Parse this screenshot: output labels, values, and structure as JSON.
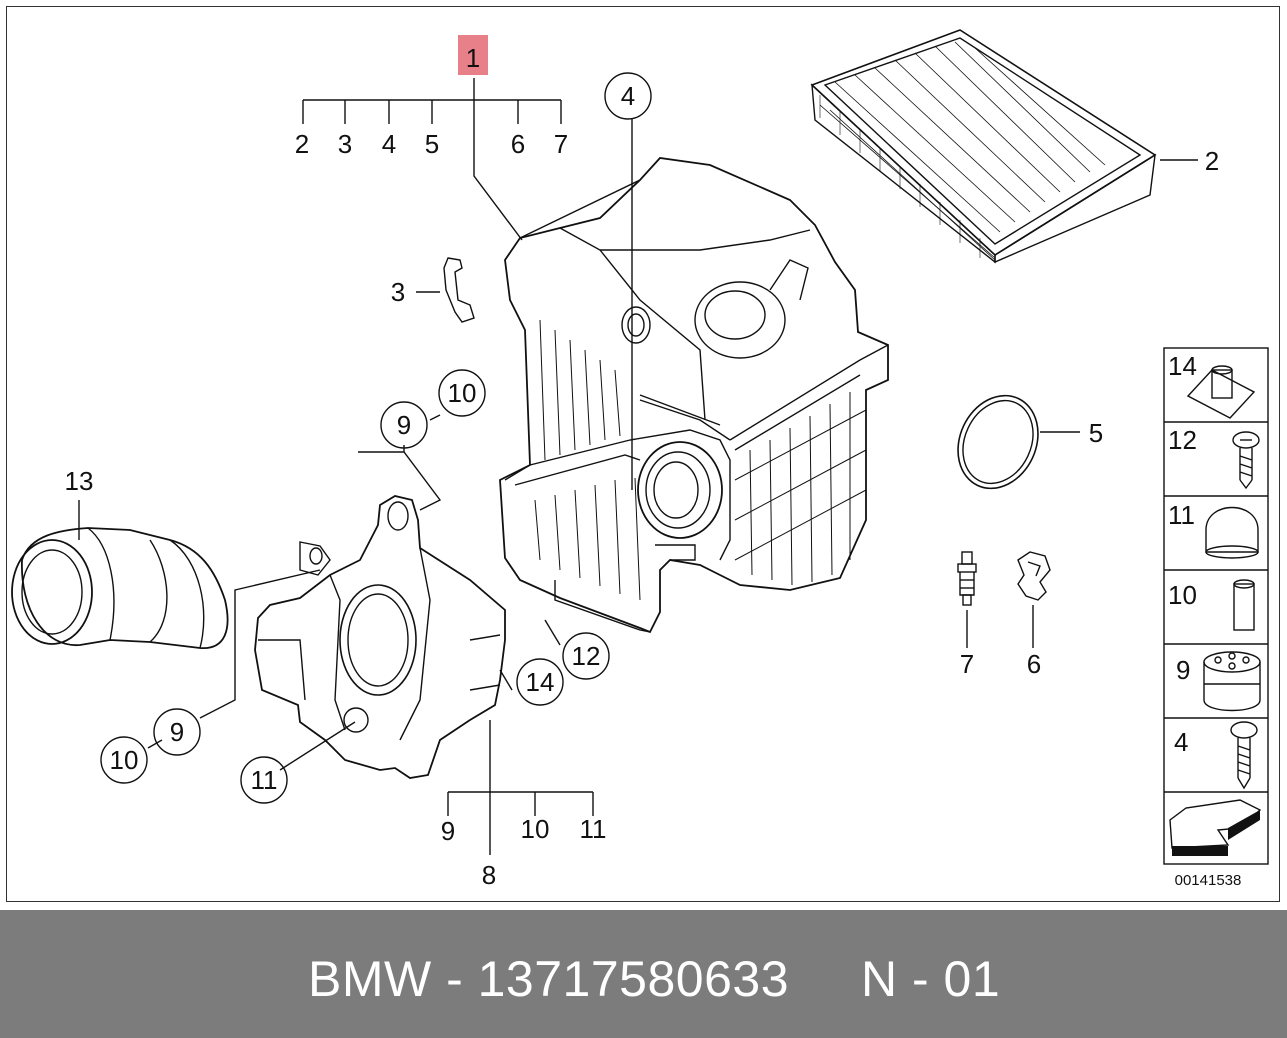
{
  "callouts": {
    "c1": "1",
    "c1_subs": [
      "2",
      "3",
      "4",
      "5",
      "6",
      "7"
    ],
    "c2": "2",
    "c3": "3",
    "c4": "4",
    "c5": "5",
    "c6": "6",
    "c7": "7",
    "c8": "8",
    "c8_subs": [
      "9",
      "10",
      "11"
    ],
    "c9a": "9",
    "c10a": "10",
    "c9b": "9",
    "c10b": "10",
    "c11": "11",
    "c12": "12",
    "c13": "13",
    "c14": "14"
  },
  "legend": [
    {
      "num": "14",
      "icon": "clip-nut-icon"
    },
    {
      "num": "12",
      "icon": "screw-icon"
    },
    {
      "num": "11",
      "icon": "rubber-cap-icon"
    },
    {
      "num": "10",
      "icon": "sleeve-icon"
    },
    {
      "num": "9",
      "icon": "grommet-icon"
    },
    {
      "num": "4",
      "icon": "long-screw-icon"
    },
    {
      "num": "",
      "icon": "arrow-icon"
    }
  ],
  "reference_number": "00141538",
  "footer": {
    "brand": "BMW",
    "part_number": "13717580633",
    "code": "N - 01",
    "text": "BMW - 13717580633     N - 01"
  },
  "colors": {
    "highlight": "#e8808a",
    "footer_bg": "#7c7c7c",
    "footer_text": "#ffffff"
  }
}
